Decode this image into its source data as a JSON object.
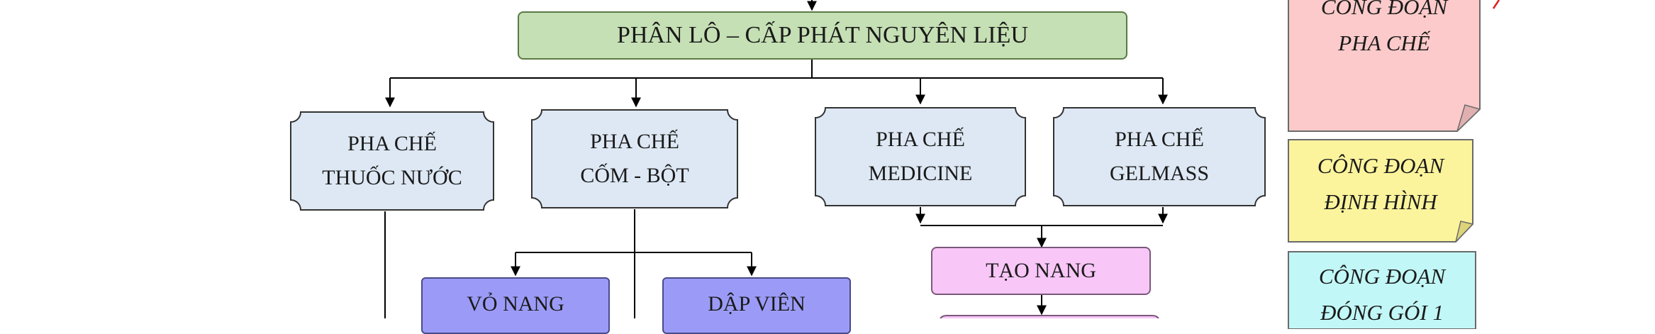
{
  "main_step": "PHÂN LÔ – CẤP PHÁT NGUYÊN LIỆU",
  "mixing_steps": [
    {
      "line1": "PHA CHẾ",
      "line2": "THUỐC NƯỚC"
    },
    {
      "line1": "PHA CHẾ",
      "line2": "CỐM -  BỘT"
    },
    {
      "line1": "PHA CHẾ",
      "line2": "MEDICINE"
    },
    {
      "line1": "PHA CHẾ",
      "line2": "GELMASS"
    }
  ],
  "sub_steps": {
    "capsule_shell": "VỎ NANG",
    "tablet_press": "DẬP VIÊN",
    "capsule_forming": "TẠO NANG"
  },
  "legend": {
    "mixing": {
      "line1": "CÔNG ĐOẠN",
      "line2": "PHA CHẾ",
      "color": "#fccaca"
    },
    "shaping": {
      "line1": "CÔNG ĐOẠN",
      "line2": "ĐỊNH HÌNH",
      "color": "#fcf49c"
    },
    "packing": {
      "line1": "CÔNG ĐOẠN",
      "line2": "ĐÓNG GÓI 1",
      "color": "#c2f7f7"
    }
  },
  "colors": {
    "main_fill": "#c5e0b4",
    "mixing_fill": "#dde8f4",
    "capsule_fill": "#f8c6f7",
    "shaping_fill": "#9b9bf7"
  }
}
